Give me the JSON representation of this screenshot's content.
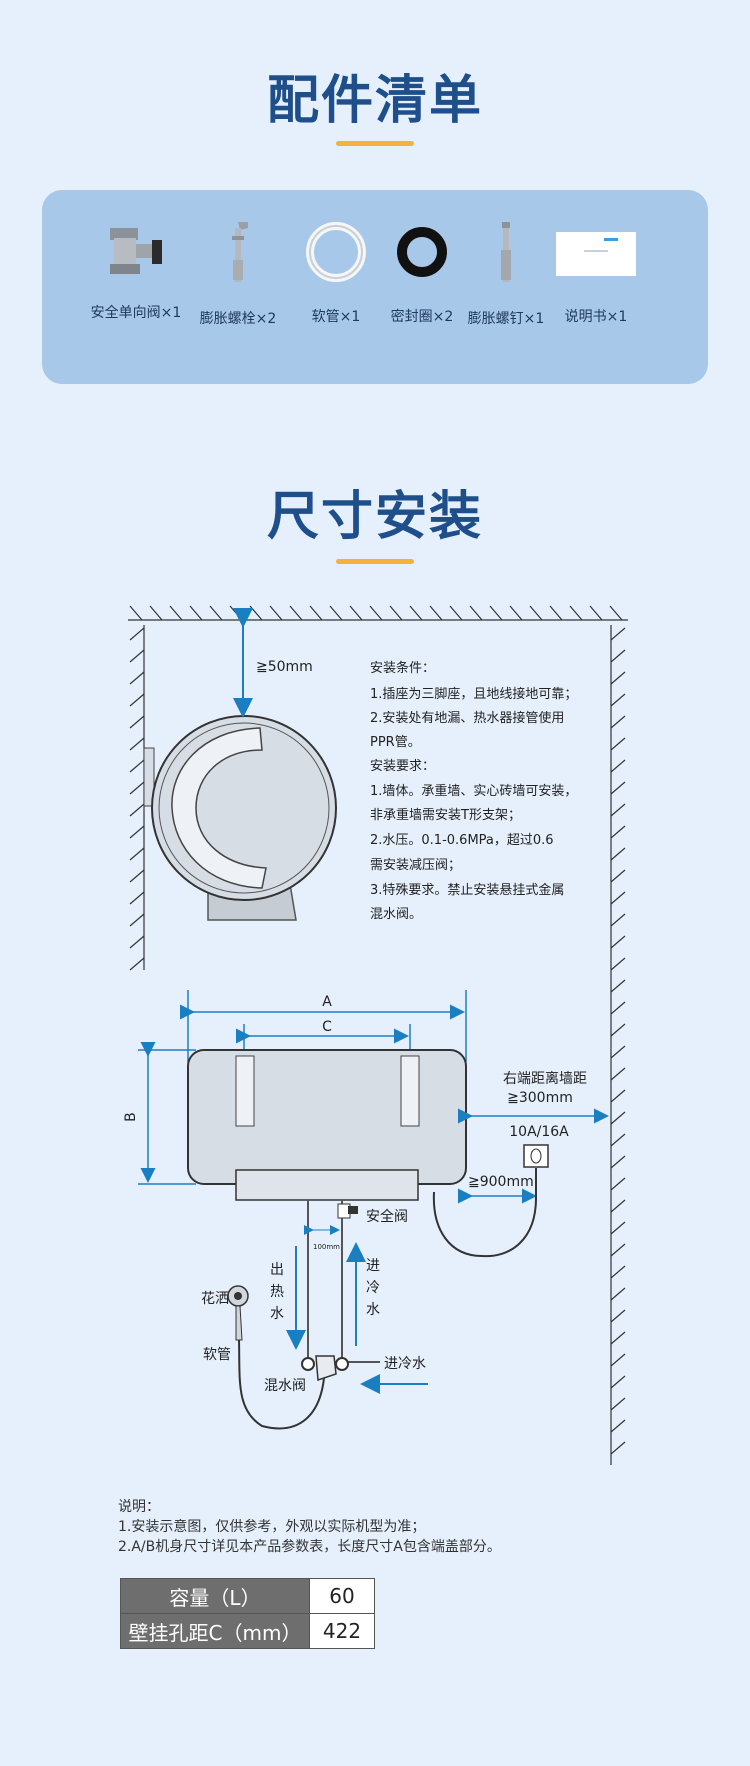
{
  "accessories": {
    "title": "配件清单",
    "items": [
      {
        "label": "安全单向阀×1",
        "icon": "safety-valve-icon"
      },
      {
        "label": "膨胀螺栓×2",
        "icon": "expansion-bolt-icon"
      },
      {
        "label": "软管×1",
        "icon": "hose-icon"
      },
      {
        "label": "密封圈×2",
        "icon": "seal-ring-icon"
      },
      {
        "label": "膨胀螺钉×1",
        "icon": "expansion-screw-icon"
      },
      {
        "label": "说明书×1",
        "icon": "manual-icon"
      }
    ]
  },
  "installation": {
    "title": "尺寸安装",
    "top_clearance": "≧50mm",
    "conditions_title": "安装条件：",
    "conditions": [
      "1.插座为三脚座，且地线接地可靠；",
      "2.安装处有地漏、热水器接管使用",
      "PPR管。"
    ],
    "requirements_title": "安装要求：",
    "requirements": [
      "1.墙体。承重墙、实心砖墙可安装，",
      "非承重墙需安装T形支架；",
      "2.水压。0.1-0.6MPa，超过0.6",
      "需安装减压阀；",
      "3.特殊要求。禁止安装悬挂式金属",
      "混水阀。"
    ],
    "dim_a": "A",
    "dim_b": "B",
    "dim_c": "C",
    "right_wall_label": "右端距离墙距",
    "right_wall_value": "≧300mm",
    "socket_rating": "10A/16A",
    "socket_height": "≧900mm",
    "safety_valve": "安全阀",
    "pipe_gap": "100mm",
    "hot_water_out": [
      "出",
      "热",
      "水"
    ],
    "cold_water_in": [
      "进",
      "冷",
      "水"
    ],
    "shower": "花洒",
    "hose": "软管",
    "mixing_valve": "混水阀",
    "cold_water_inlet": "进冷水"
  },
  "notes": {
    "title": "说明：",
    "lines": [
      "1.安装示意图，仅供参考，外观以实际机型为准；",
      "2.A/B机身尺寸详见本产品参数表，长度尺寸A包含端盖部分。"
    ]
  },
  "spec_table": [
    {
      "key": "容量（L）",
      "value": "60"
    },
    {
      "key": "壁挂孔距C（mm）",
      "value": "422"
    }
  ],
  "colors": {
    "title": "#1f4f8a",
    "accent": "#f4b13d",
    "dimension": "#1a7fc1",
    "panel": "#a7c8e8"
  }
}
